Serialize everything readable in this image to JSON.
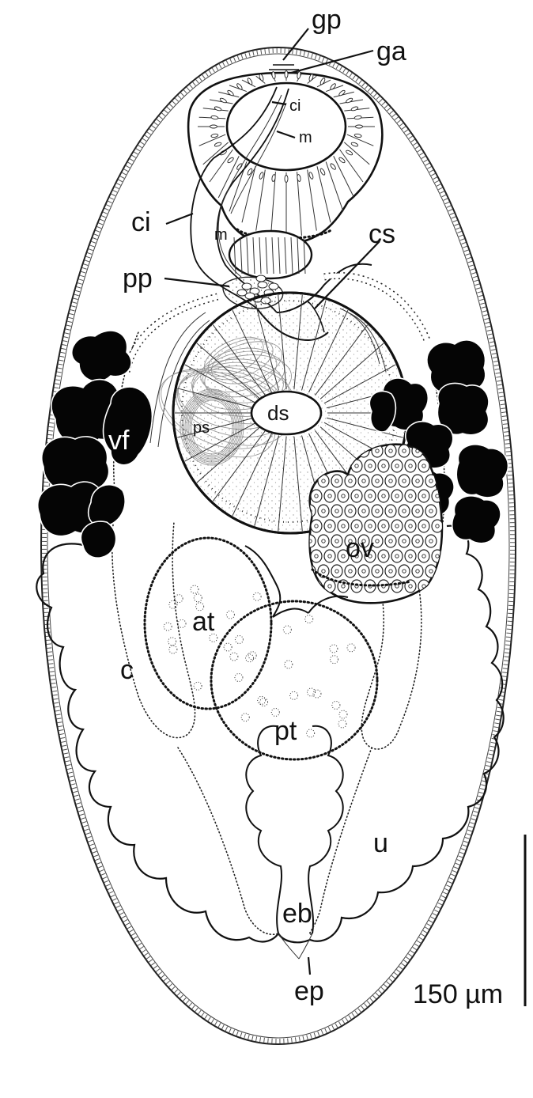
{
  "figure": {
    "labels": {
      "gp": "gp",
      "ga": "ga",
      "ci_oral": "ci",
      "m_oral": "m",
      "ci": "ci",
      "m": "m",
      "pp": "pp",
      "cs": "cs",
      "ds": "ds",
      "ps": "ps",
      "vf": "vf",
      "ov": "ov",
      "at": "at",
      "c": "c",
      "pt": "pt",
      "u": "u",
      "eb": "eb",
      "ep": "ep"
    },
    "scale_bar": {
      "label": "150 µm"
    },
    "colors": {
      "ink": "#111111",
      "vitellaria": "#050505",
      "background": "#ffffff"
    }
  }
}
